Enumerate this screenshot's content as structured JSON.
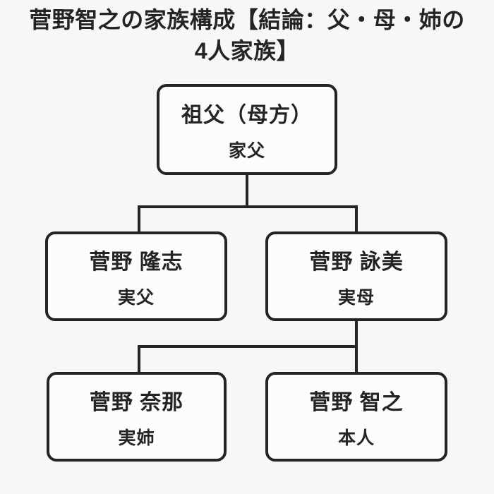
{
  "title": {
    "line1": "菅野智之の家族構成【結論：父・母・姉の",
    "line2": "4人家族】"
  },
  "tree": {
    "grandfather": {
      "name": "祖父（母方）",
      "role": "家父"
    },
    "father": {
      "name": "菅野 隆志",
      "role": "実父"
    },
    "mother": {
      "name": "菅野 詠美",
      "role": "実母"
    },
    "sister": {
      "name": "菅野 奈那",
      "role": "実姉"
    },
    "self": {
      "name": "菅野 智之",
      "role": "本人"
    }
  },
  "colors": {
    "background": "#f7f7f7",
    "box_fill": "#fcfcfc",
    "line": "#242424",
    "text": "#242424"
  }
}
